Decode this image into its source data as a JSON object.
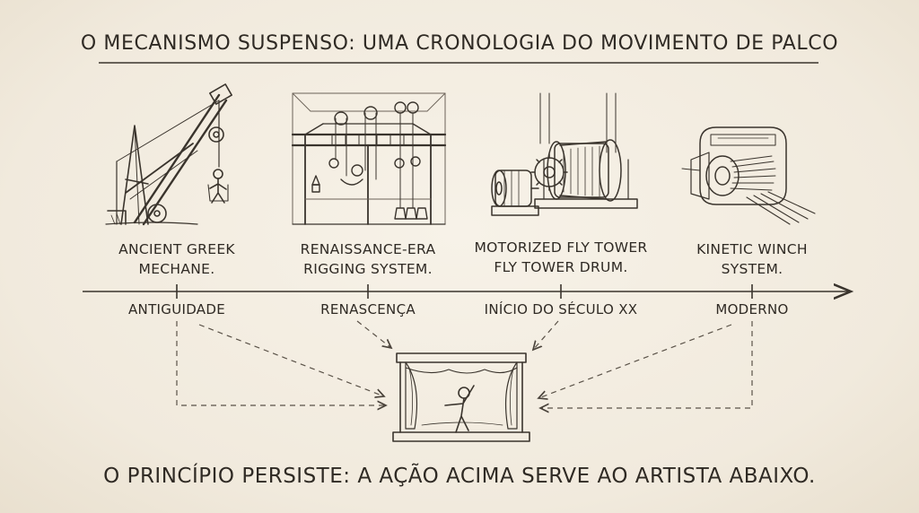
{
  "title": "O MECANISMO SUSPENSO: UMA CRONOLOGIA DO MOVIMENTO DE PALCO",
  "stages": [
    {
      "caption_line1": "ANCIENT GREEK",
      "caption_line2": "MECHANE.",
      "era": "ANTIGUIDADE",
      "illustration": "mechane-crane-icon"
    },
    {
      "caption_line1": "RENAISSANCE-ERA",
      "caption_line2": "RIGGING SYSTEM.",
      "era": "RENASCENÇA",
      "illustration": "pulley-rig-icon"
    },
    {
      "caption_line1": "MOTORIZED FLY TOWER",
      "caption_line2": "FLY TOWER DRUM.",
      "era": "INÍCIO DO SÉCULO XX",
      "illustration": "motor-drum-icon"
    },
    {
      "caption_line1": "KINETIC WINCH",
      "caption_line2": "SYSTEM.",
      "era": "MODERNO",
      "illustration": "winch-icon"
    }
  ],
  "footer": "O PRINCÍPIO PERSISTE: A AÇÃO ACIMA SERVE AO ARTISTA ABAIXO.",
  "colors": {
    "ink": "#2b2620",
    "paper": "#f3ede2",
    "pencil": "#5a5248"
  }
}
